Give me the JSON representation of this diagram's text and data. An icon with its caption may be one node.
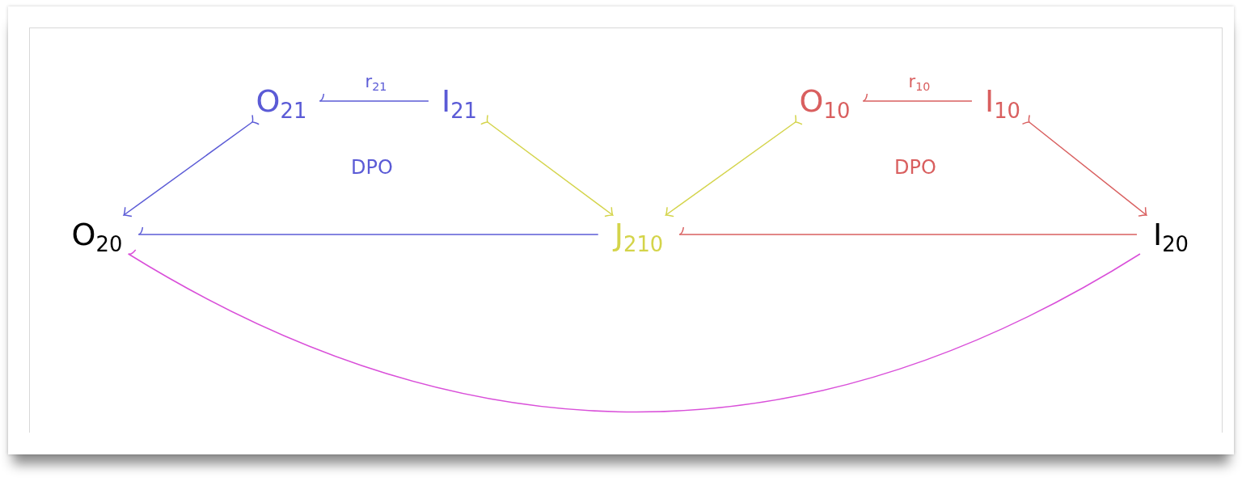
{
  "diagram": {
    "nodes": [
      {
        "text": [
          "O$_{21}$"
        ]
      },
      {
        "text": [
          "I$_{21}$"
        ]
      },
      {
        "text": [
          "O$_{10}$"
        ]
      },
      {
        "text": [
          "I$_{10}$"
        ]
      },
      {
        "text": [
          "O$_{20}$"
        ]
      },
      {
        "text": [
          "J$_{210}$"
        ]
      },
      {
        "text": [
          "I$_{20}$"
        ]
      }
    ],
    "edges": [
      {
        "from": 1,
        "to": 0,
        "arrow": "other",
        "label": "r$_{21}$",
        "color": "#5b5bd6"
      },
      {
        "from": 0,
        "to": 4,
        "arrow": "to",
        "color": "#5b5bd6"
      },
      {
        "from": 1,
        "to": 5,
        "arrow": "to",
        "color": "#d4d44a"
      },
      {
        "from": 3,
        "to": 2,
        "arrow": "other",
        "label": "r$_{10}$",
        "color": "#d95f5f"
      },
      {
        "from": 2,
        "to": 5,
        "arrow": "to",
        "color": "#d4d44a"
      },
      {
        "from": 3,
        "to": 6,
        "arrow": "to",
        "color": "#d95f5f"
      },
      {
        "from": 5,
        "to": 4,
        "arrow": "other",
        "color": "#5b5bd6"
      },
      {
        "from": 6,
        "to": 5,
        "arrow": "other",
        "color": "#d95f5f"
      },
      {
        "from": 6,
        "to": 4,
        "arrow": "other",
        "color": "#d94fd9"
      }
    ],
    "labels": [
      "DPO",
      "DPO"
    ]
  }
}
